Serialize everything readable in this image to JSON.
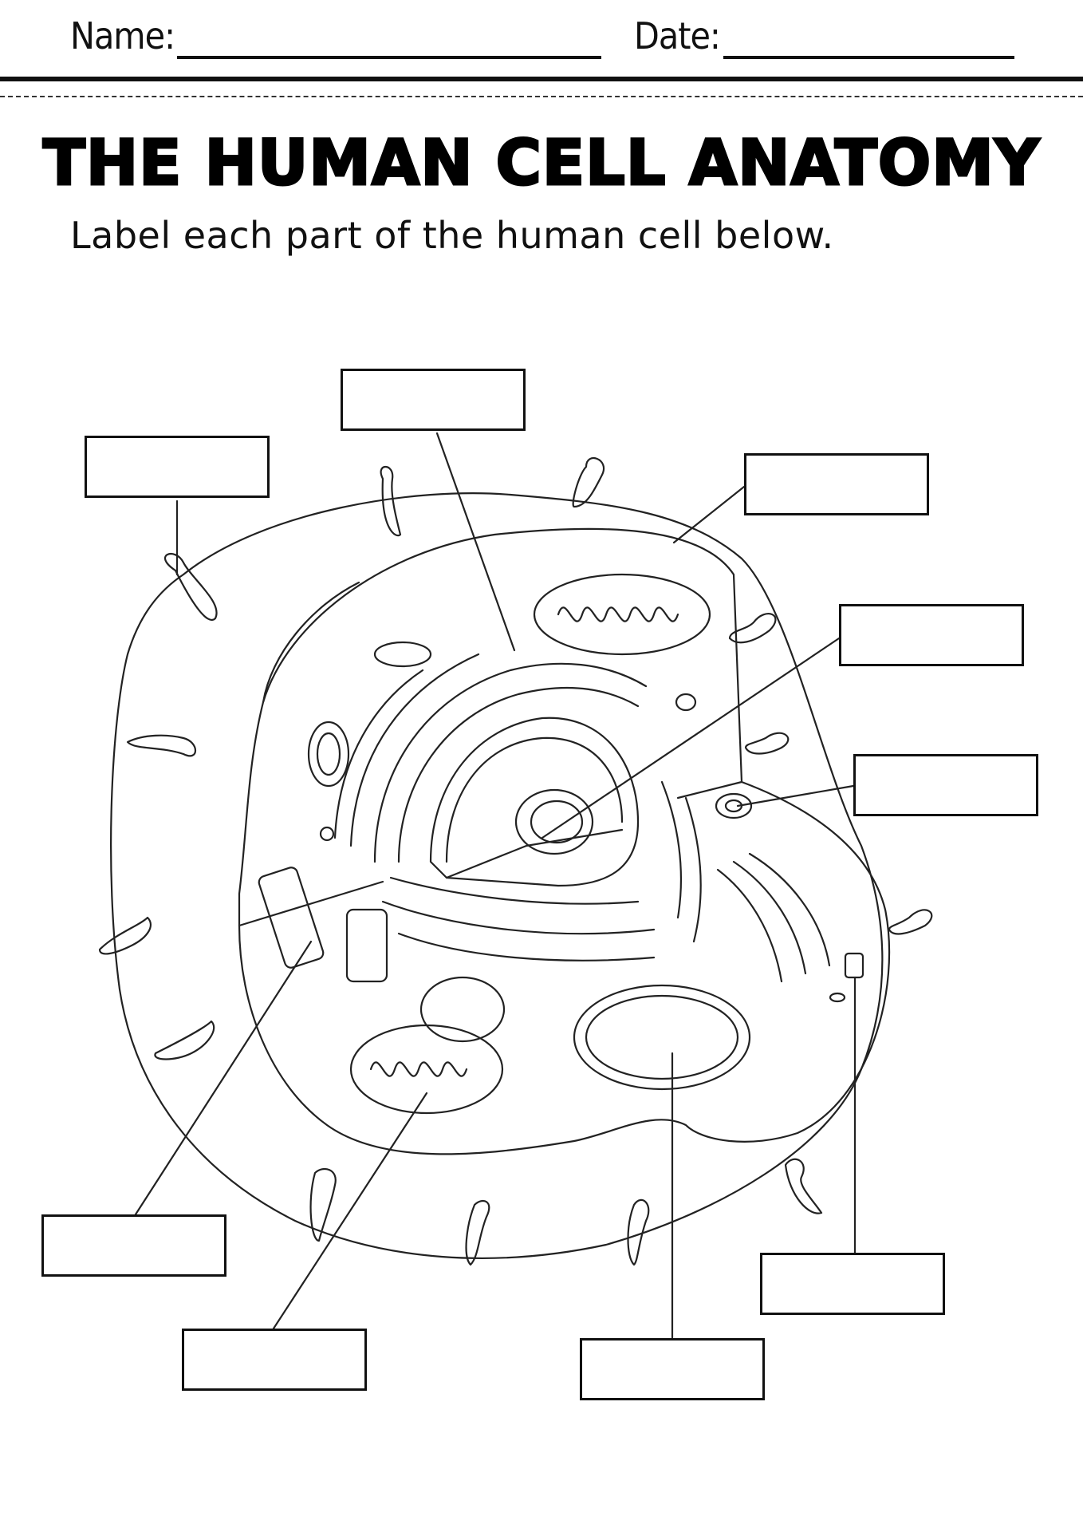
{
  "header": {
    "name_label": "Name:",
    "date_label": "Date:"
  },
  "worksheet": {
    "title": "THE HUMAN CELL ANATOMY",
    "instruction": "Label each part of the human cell below."
  },
  "label_boxes": [
    {
      "id": "box-top-left",
      "value": ""
    },
    {
      "id": "box-top-center",
      "value": ""
    },
    {
      "id": "box-top-right",
      "value": ""
    },
    {
      "id": "box-right-upper",
      "value": ""
    },
    {
      "id": "box-right-middle",
      "value": ""
    },
    {
      "id": "box-bottom-left",
      "value": ""
    },
    {
      "id": "box-bottom-left-lower",
      "value": ""
    },
    {
      "id": "box-bottom-center",
      "value": ""
    },
    {
      "id": "box-bottom-right",
      "value": ""
    }
  ]
}
